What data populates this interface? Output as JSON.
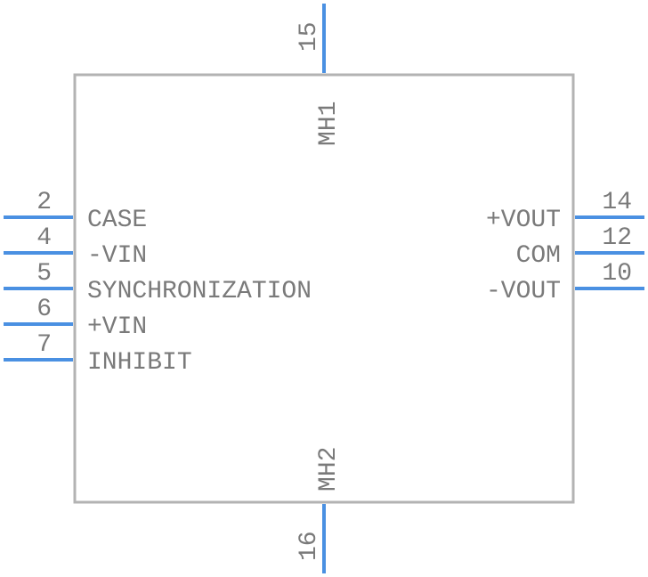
{
  "component": {
    "top_pin": {
      "number": "15",
      "label": "MH1"
    },
    "bottom_pin": {
      "number": "16",
      "label": "MH2"
    },
    "left_pins": [
      {
        "number": "2",
        "label": "CASE"
      },
      {
        "number": "4",
        "label": "-VIN"
      },
      {
        "number": "5",
        "label": "SYNCHRONIZATION"
      },
      {
        "number": "6",
        "label": "+VIN"
      },
      {
        "number": "7",
        "label": "INHIBIT"
      }
    ],
    "right_pins": [
      {
        "number": "14",
        "label": "+VOUT"
      },
      {
        "number": "12",
        "label": "COM"
      },
      {
        "number": "10",
        "label": "-VOUT"
      }
    ],
    "colors": {
      "pin": "#4a90e2",
      "body_outline": "#b3b3b3",
      "text": "#7a7a7a"
    }
  }
}
